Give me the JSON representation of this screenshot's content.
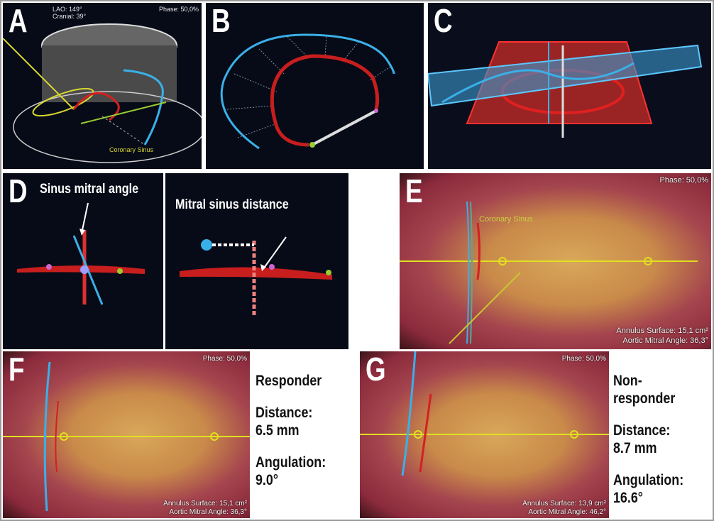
{
  "panels": {
    "a": {
      "letter": "A",
      "view_angle_1": "LAO: 149°",
      "view_angle_2": "Cranial: 39°",
      "phase": "Phase: 50,0%",
      "structure_label": "Coronary Sinus"
    },
    "b": {
      "letter": "B"
    },
    "c": {
      "letter": "C"
    },
    "d": {
      "letter": "D",
      "left_title": "Sinus mitral angle",
      "right_title": "Mitral sinus distance"
    },
    "e": {
      "letter": "E",
      "structure_label": "Coronary Sinus",
      "phase": "Phase: 50,0%",
      "annulus_surface": "Annulus Surface: 15,1 cm²",
      "aortic_mitral_angle": "Aortic Mitral Angle: 36,3°"
    },
    "f": {
      "letter": "F",
      "phase": "Phase: 50,0%",
      "annulus_surface": "Annulus Surface: 15,1 cm²",
      "aortic_mitral_angle": "Aortic Mitral Angle: 36,3°",
      "group": "Responder",
      "distance_label": "Distance:",
      "distance_value": "6.5 mm",
      "angulation_label": "Angulation:",
      "angulation_value": "9.0°"
    },
    "g": {
      "letter": "G",
      "phase": "Phase: 50,0%",
      "annulus_surface": "Annulus Surface: 13,9 cm²",
      "aortic_mitral_angle": "Aortic Mitral Angle: 46,2°",
      "group": "Non-responder",
      "distance_label": "Distance:",
      "distance_value": "8.7 mm",
      "angulation_label": "Angulation:",
      "angulation_value": "16.6°"
    }
  },
  "colors": {
    "sinus": "#3ab0e8",
    "annulus": "#d42020",
    "guide": "#e0e020"
  }
}
